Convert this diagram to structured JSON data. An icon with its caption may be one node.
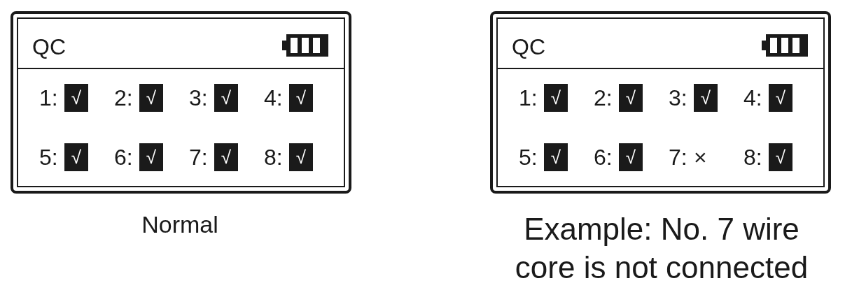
{
  "diagram": {
    "nodes": [
      {
        "text": [
          "QC"
        ],
        "beside": [
          "Normal"
        ]
      },
      {
        "text": [
          "√"
        ],
        "beside": [
          "1:"
        ],
        "in": 0
      },
      {
        "text": [
          "√"
        ],
        "beside": [
          "2:"
        ],
        "in": 0
      },
      {
        "text": [
          "√"
        ],
        "beside": [
          "3:"
        ],
        "in": 0
      },
      {
        "text": [
          "√"
        ],
        "beside": [
          "4:"
        ],
        "in": 0
      },
      {
        "text": [
          "√"
        ],
        "beside": [
          "5:"
        ],
        "in": 0
      },
      {
        "text": [
          "√"
        ],
        "beside": [
          "6:"
        ],
        "in": 0
      },
      {
        "text": [
          "√"
        ],
        "beside": [
          "7:"
        ],
        "in": 0
      },
      {
        "text": [
          "√"
        ],
        "beside": [
          "8:"
        ],
        "in": 0
      },
      {
        "text": [
          "QC"
        ],
        "beside": [
          "Example: No. 7 wire core is not connected"
        ]
      },
      {
        "text": [
          "√"
        ],
        "beside": [
          "1:"
        ],
        "in": 9
      },
      {
        "text": [
          "√"
        ],
        "beside": [
          "2:"
        ],
        "in": 9
      },
      {
        "text": [
          "√"
        ],
        "beside": [
          "3:"
        ],
        "in": 9
      },
      {
        "text": [
          "√"
        ],
        "beside": [
          "4:"
        ],
        "in": 9
      },
      {
        "text": [
          "√"
        ],
        "beside": [
          "5:"
        ],
        "in": 9
      },
      {
        "text": [
          "√"
        ],
        "beside": [
          "6:"
        ],
        "in": 9
      },
      {
        "text": [
          "×"
        ],
        "beside": [
          "7:"
        ],
        "in": 9
      },
      {
        "text": [
          "√"
        ],
        "beside": [
          "8:"
        ],
        "in": 9
      }
    ]
  }
}
